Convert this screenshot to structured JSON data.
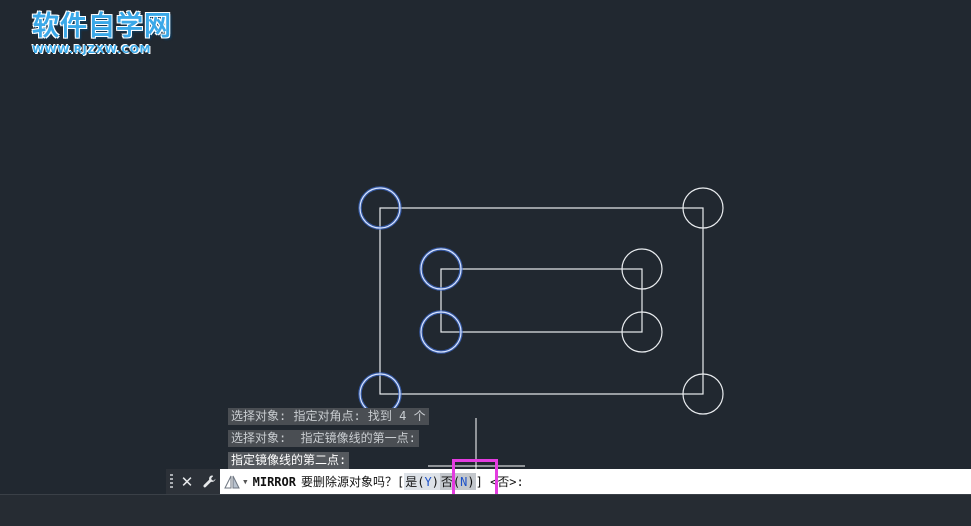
{
  "logo": {
    "title": "软件自学网",
    "url": "WWW.RJZXW.COM"
  },
  "command_history": [
    "选择对象: 指定对角点: 找到 4 个",
    "选择对象:  指定镜像线的第一点:",
    "指定镜像线的第二点:"
  ],
  "command_line": {
    "close_symbol": "✕",
    "settings_symbol": "🔧",
    "dropdown_symbol": "▾",
    "command_name": "MIRROR",
    "prompt": "要删除源对象吗？[",
    "option_yes": "是(",
    "option_yes_key": "Y",
    "option_yes_close": ")",
    "option_no": "否(",
    "option_no_key": "N",
    "option_no_close": ")",
    "bracket_close": "]",
    "default": " <否>:"
  },
  "colors": {
    "background": "#212830",
    "geometry": "#ffffff",
    "selected_glow": "#5f8df0",
    "highlight": "#e43ce0"
  }
}
